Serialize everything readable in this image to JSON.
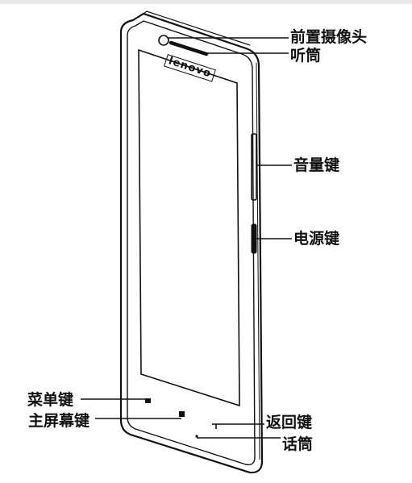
{
  "phone": {
    "brand": "lenovo"
  },
  "labels": {
    "front_camera": "前置摄像头",
    "earpiece": "听筒",
    "volume_key": "音量键",
    "power_key": "电源键",
    "menu_key": "菜单键",
    "home_key": "主屏幕键",
    "back_key": "返回键",
    "microphone": "话筒"
  },
  "colors": {
    "line": "#111111",
    "background": "#ffffff"
  }
}
